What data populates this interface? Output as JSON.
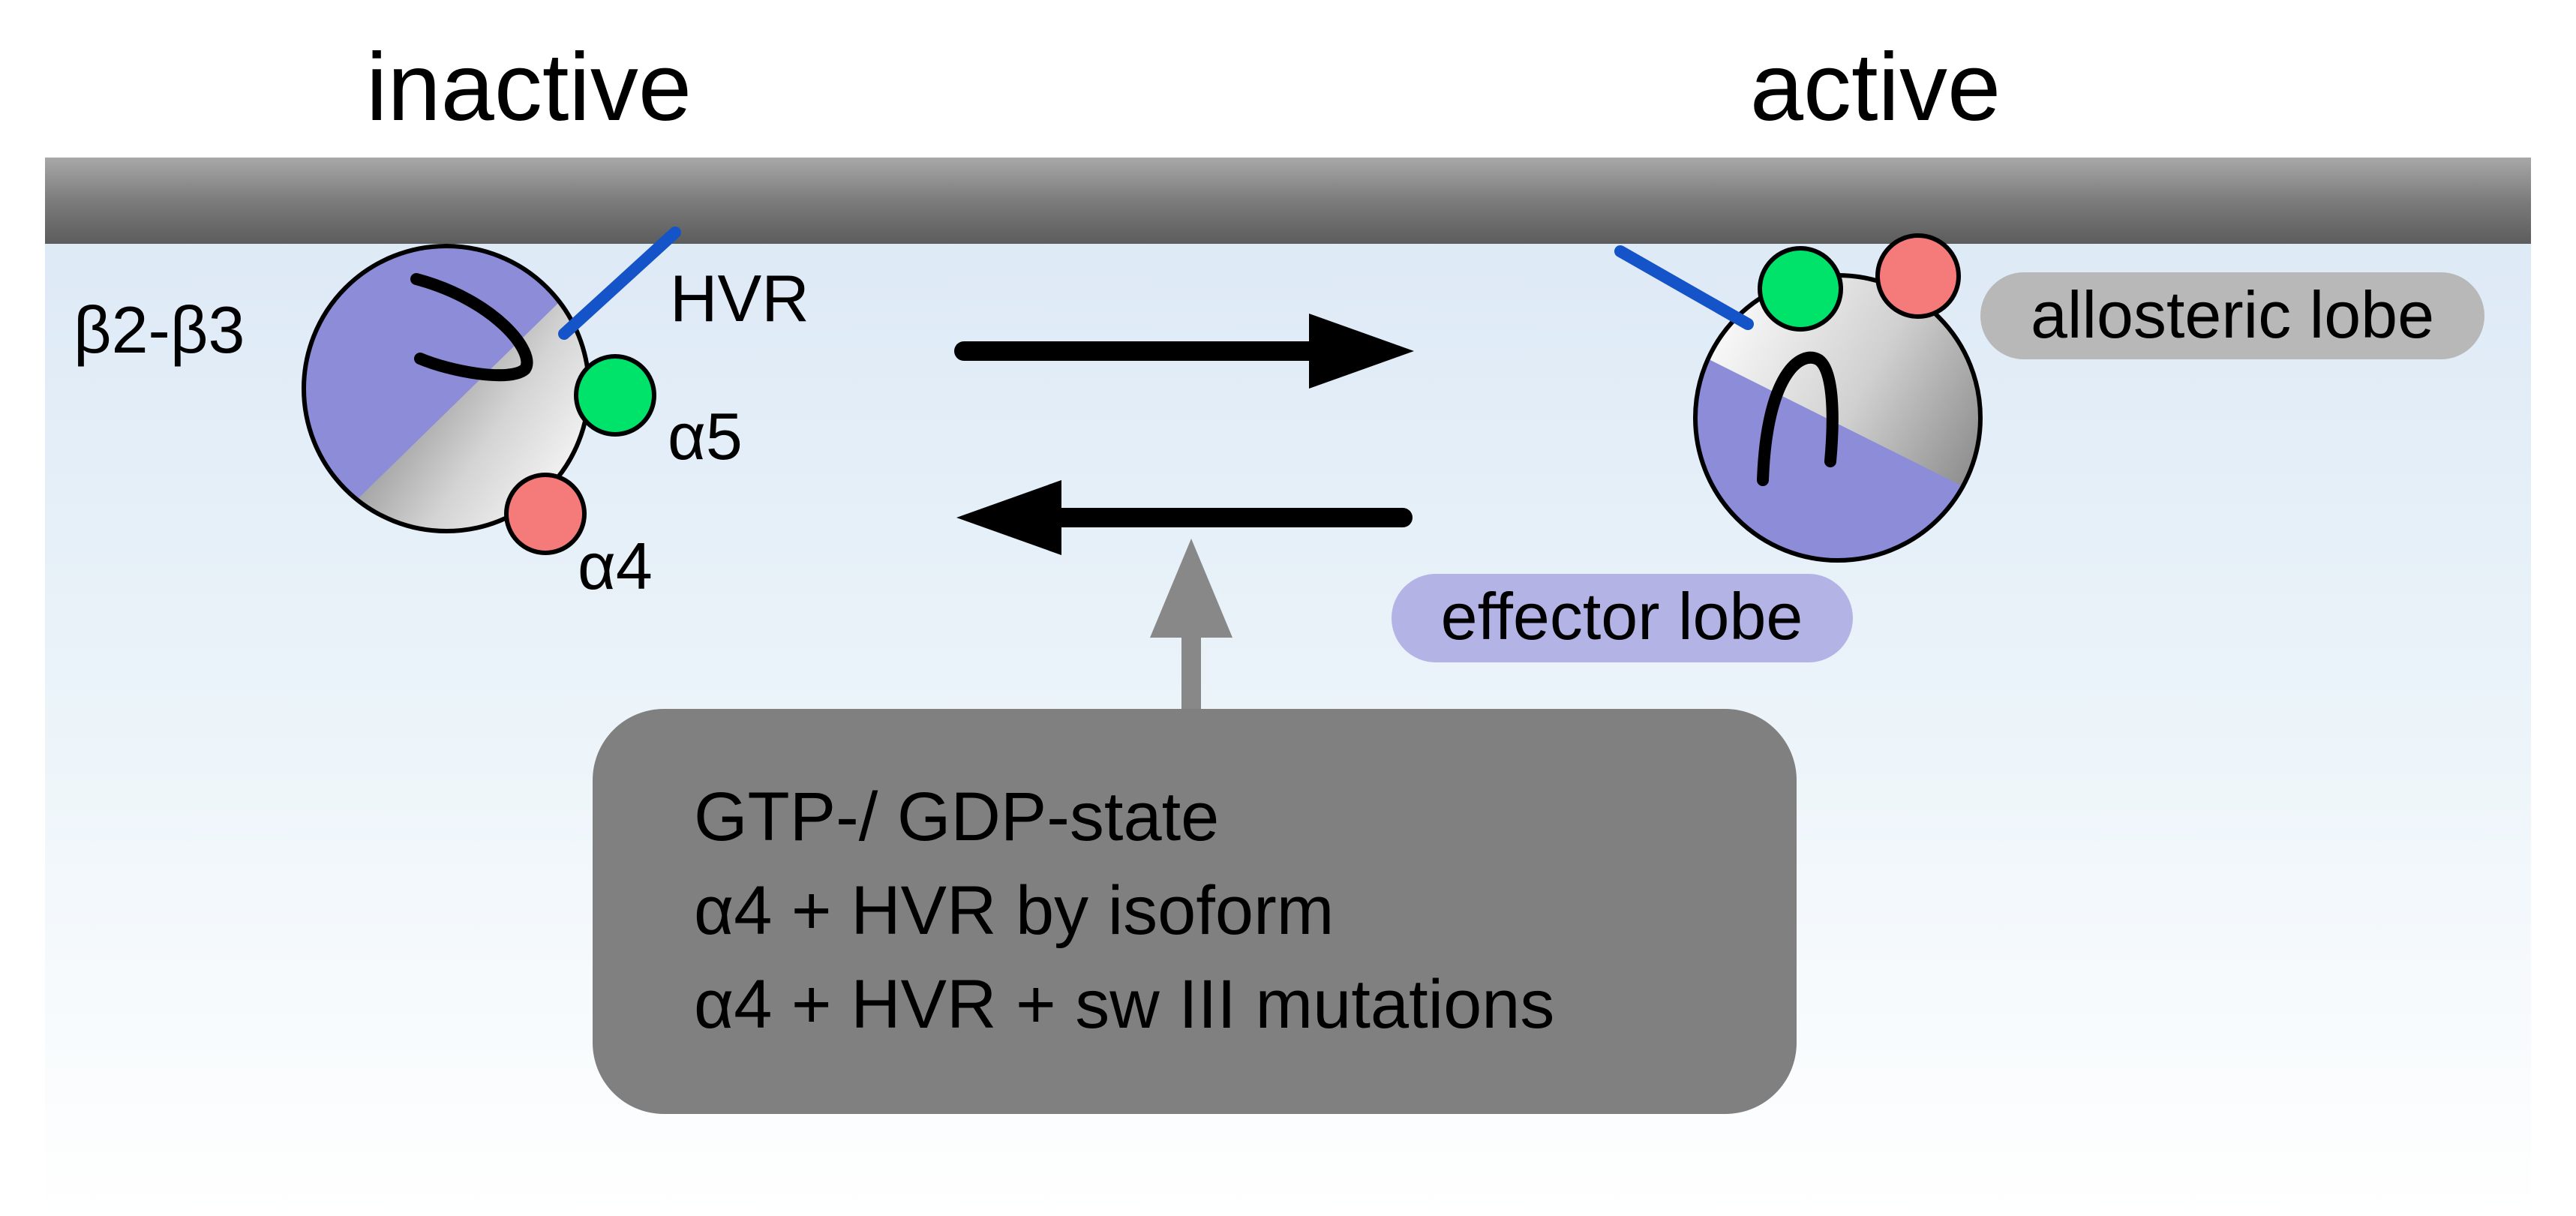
{
  "states": {
    "inactive": "inactive",
    "active": "active"
  },
  "labels": {
    "beta2_beta3": "β2-β3",
    "hvr": "HVR",
    "alpha5": "α5",
    "alpha4": "α4",
    "allosteric_lobe": "allosteric lobe",
    "effector_lobe": "effector lobe"
  },
  "modulators": {
    "lines": [
      "GTP-/ GDP-state",
      "α4 + HVR by isoform",
      "α4 + HVR + sw III mutations"
    ]
  },
  "colors": {
    "membrane": "#6f6f6f",
    "effector_lobe": "#8c8cd8",
    "allosteric_lobe": "#b8b8b8",
    "hvr": "#1554c8",
    "alpha5": "#00e36b",
    "alpha4": "#f57b7b",
    "modulator_box": "#808080",
    "regulation_arrow": "#888888",
    "background_top": "#dde9f6",
    "background_bottom": "#ffffff"
  }
}
